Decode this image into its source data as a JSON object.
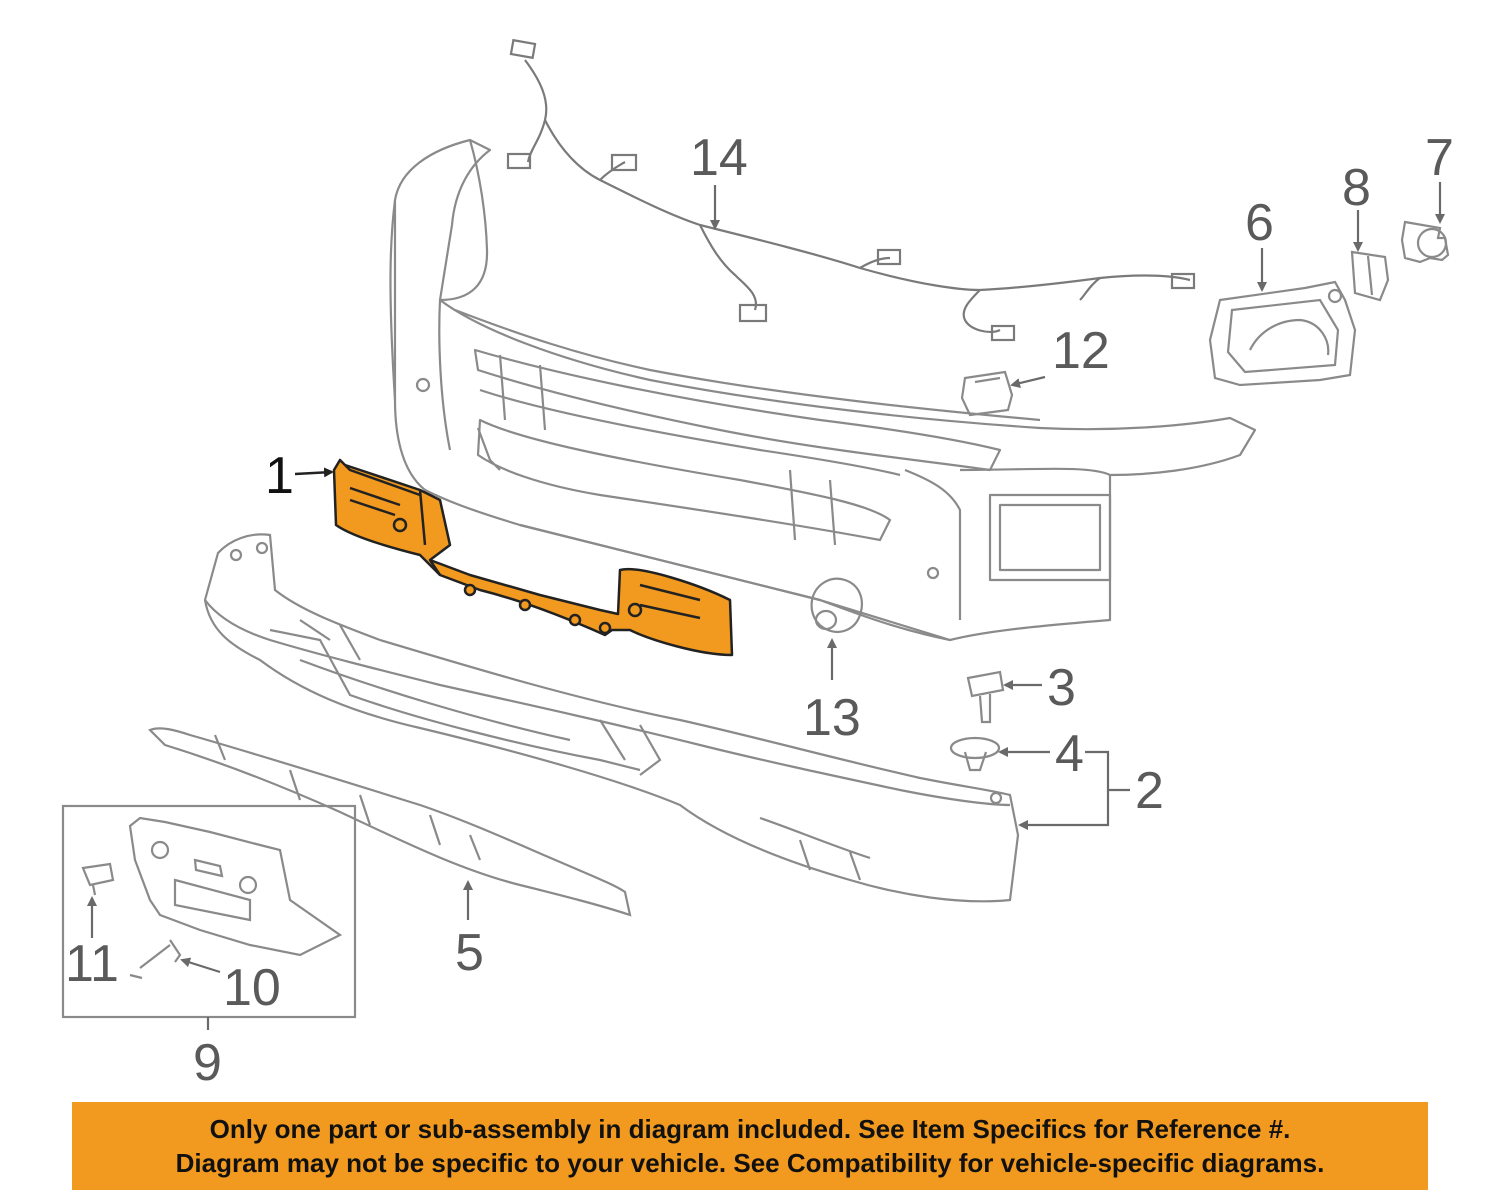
{
  "callouts": {
    "c1": "1",
    "c2": "2",
    "c3": "3",
    "c4": "4",
    "c5": "5",
    "c6": "6",
    "c7": "7",
    "c8": "8",
    "c9": "9",
    "c10": "10",
    "c11": "11",
    "c12": "12",
    "c13": "13",
    "c14": "14"
  },
  "highlighted_part": "1",
  "colors": {
    "highlight_fill": "#f29a1f",
    "line_art": "#7a7a7a",
    "banner_bg": "#f29a1f",
    "banner_text": "#111111"
  },
  "banner": {
    "line1": "Only one part or sub-assembly in diagram included. See Item Specifics for Reference #.",
    "line2": "Diagram may not be specific to your vehicle. See Compatibility for vehicle-specific diagrams."
  }
}
